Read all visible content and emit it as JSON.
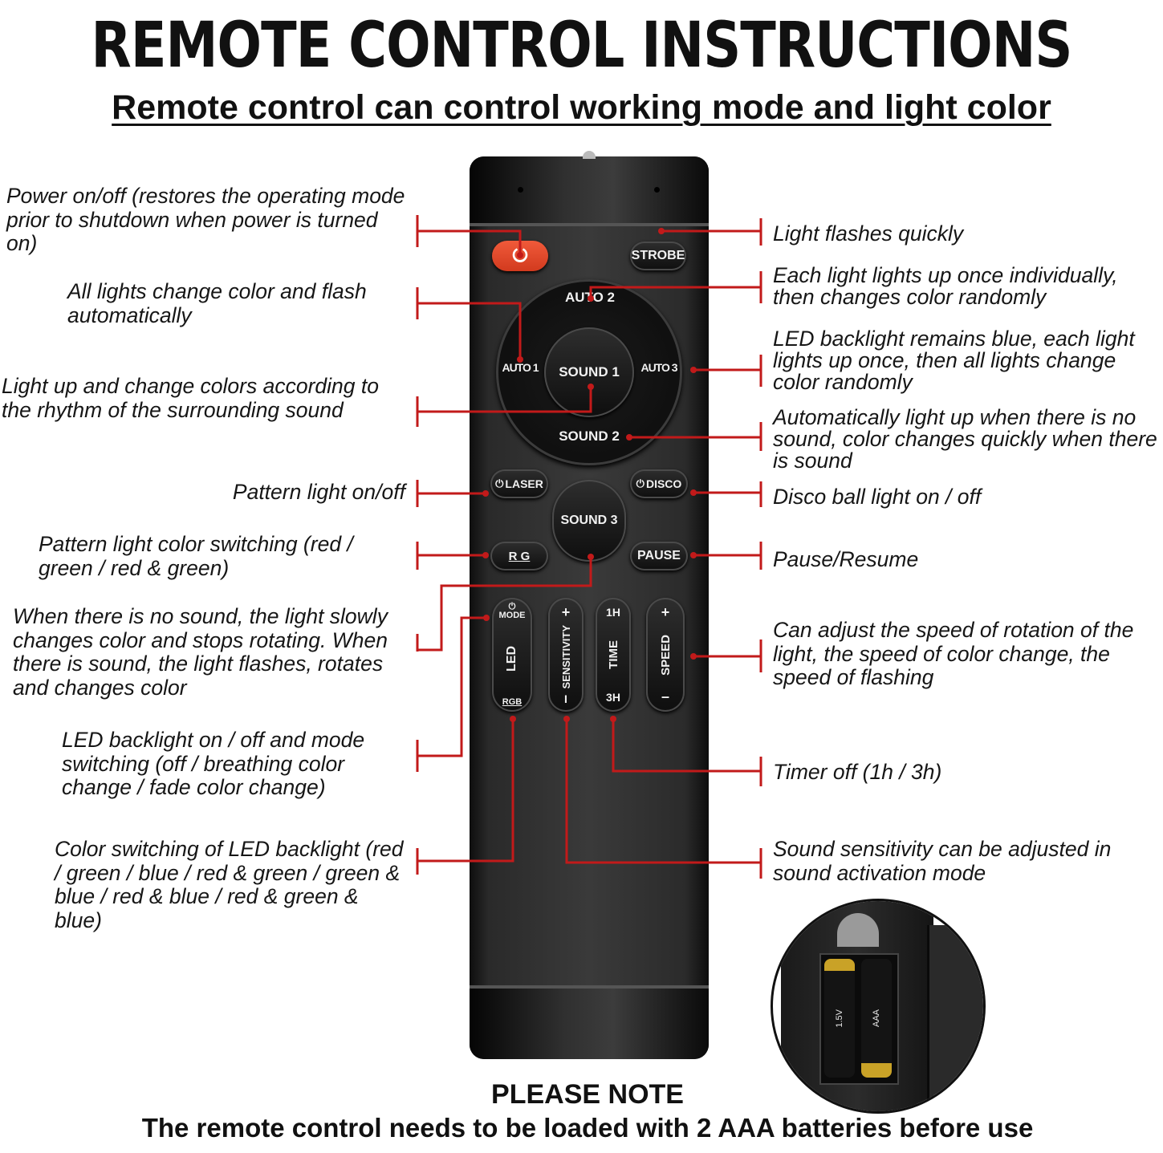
{
  "title": "REMOTE CONTROL INSTRUCTIONS",
  "subtitle": "Remote control can control working mode and light color",
  "buttons": {
    "strobe": "STROBE",
    "auto2": "AUTO 2",
    "auto1": "AUTO 1",
    "sound1": "SOUND 1",
    "auto3": "AUTO 3",
    "sound2": "SOUND 2",
    "laser": "LASER",
    "disco": "DISCO",
    "sound3": "SOUND 3",
    "rg": "R G",
    "pause": "PAUSE",
    "mode": "MODE",
    "led": "LED",
    "rgb": "RGB",
    "sensitivity": "SENSITIVITY",
    "sens_plus": "+",
    "sens_minus": "I",
    "time": "TIME",
    "time_1h": "1H",
    "time_3h": "3H",
    "speed": "SPEED",
    "speed_plus": "+",
    "speed_minus": "–"
  },
  "left_descriptions": [
    "Power on/off  (restores the operating mode prior to shutdown when power is turned on)",
    "All lights change color and flash automatically",
    "Light up and change colors according to the rhythm of the surrounding sound",
    "Pattern light on/off",
    "Pattern light color switching (red / green / red & green)",
    "When there is no sound, the light slowly changes color and stops rotating. When there is sound, the light flashes, rotates and changes color",
    "LED backlight on / off and mode switching (off / breathing color change / fade color change)",
    "Color switching of LED backlight (red / green / blue / red & green / green & blue / red & blue / red & green & blue)"
  ],
  "right_descriptions": [
    "Light flashes quickly",
    "Each light lights up once individually, then changes color randomly",
    "LED backlight remains blue, each light lights up once, then all lights change color randomly",
    "Automatically light up when there is no sound, color changes quickly when there is sound",
    "Disco ball light on / off",
    "Pause/Resume",
    "Can adjust the speed of rotation of the light, the speed of color change, the speed of flashing",
    "Timer off (1h / 3h)",
    "Sound sensitivity can be adjusted in sound activation mode"
  ],
  "battery": {
    "label_1": "1.5V",
    "label_2": "AAA"
  },
  "note": {
    "title": "PLEASE NOTE",
    "text": "The remote control needs to be loaded with 2 AAA batteries before use"
  },
  "colors": {
    "accent": "#c21a1a",
    "power_button": "#e8452a"
  }
}
